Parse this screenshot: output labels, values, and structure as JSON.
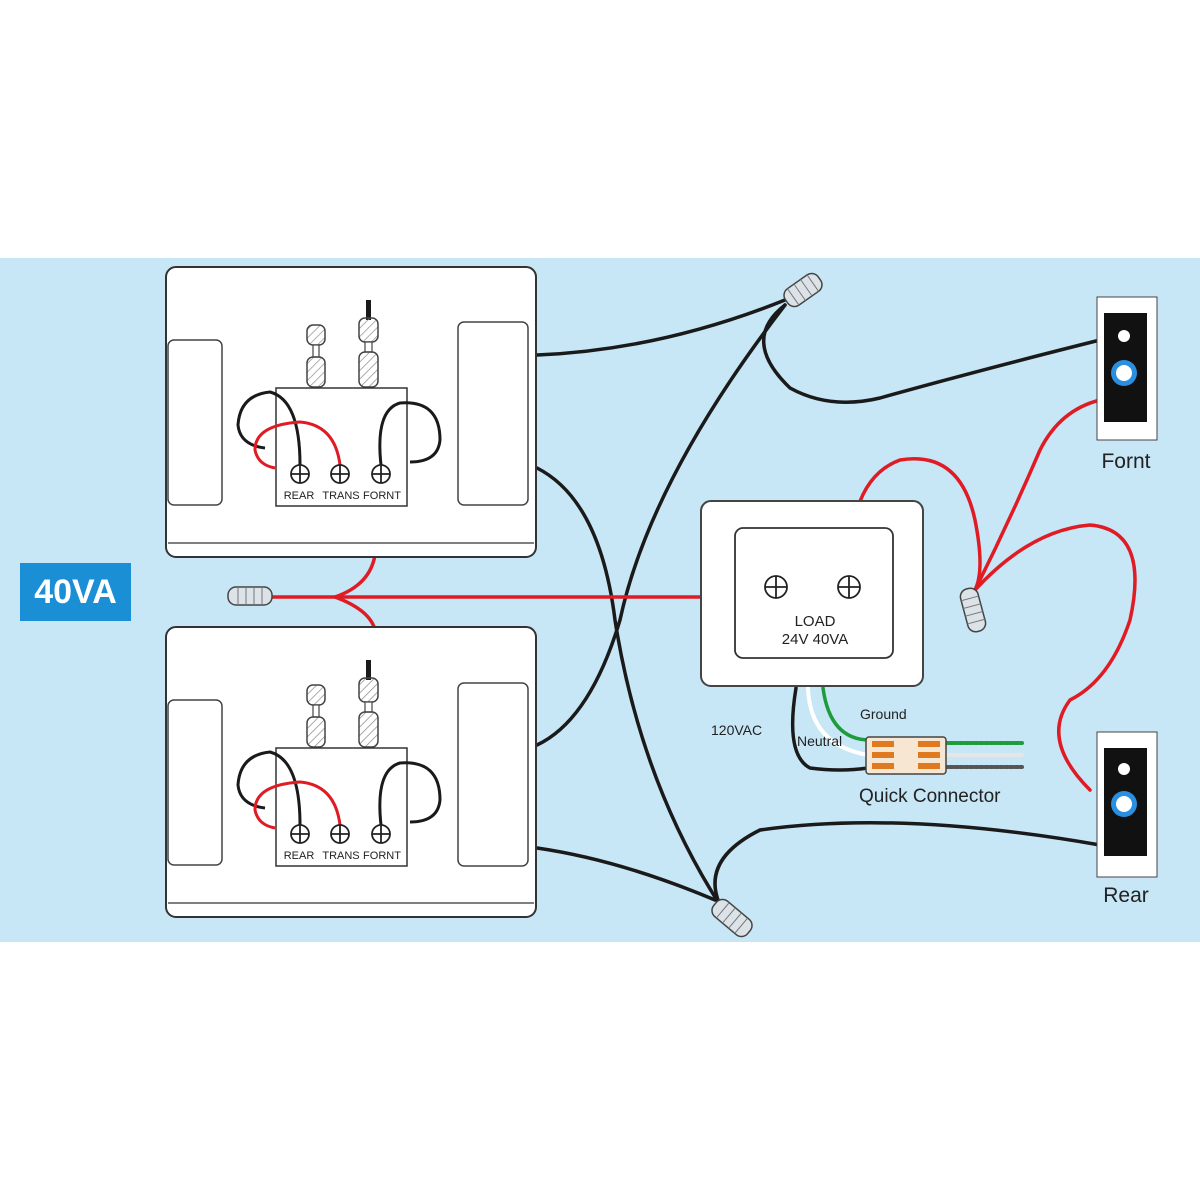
{
  "badge": "40VA",
  "chimes": [
    {
      "terminals": [
        "REAR",
        "TRANS",
        "FORNT"
      ]
    },
    {
      "terminals": [
        "REAR",
        "TRANS",
        "FORNT"
      ]
    }
  ],
  "transformer": {
    "line1": "LOAD",
    "line2": "24V 40VA"
  },
  "mains": {
    "voltage": "120VAC",
    "ground": "Ground",
    "neutral": "Neutral",
    "connector": "Quick Connector"
  },
  "buttons": {
    "front": "Fornt",
    "rear": "Rear"
  },
  "colors": {
    "background": "#c7e6f6",
    "badge": "#1a8fd6",
    "wire_red": "#e01b24",
    "wire_black": "#1a1a1a",
    "wire_green": "#1e9b3a",
    "button_light": "#2a8fe0"
  }
}
